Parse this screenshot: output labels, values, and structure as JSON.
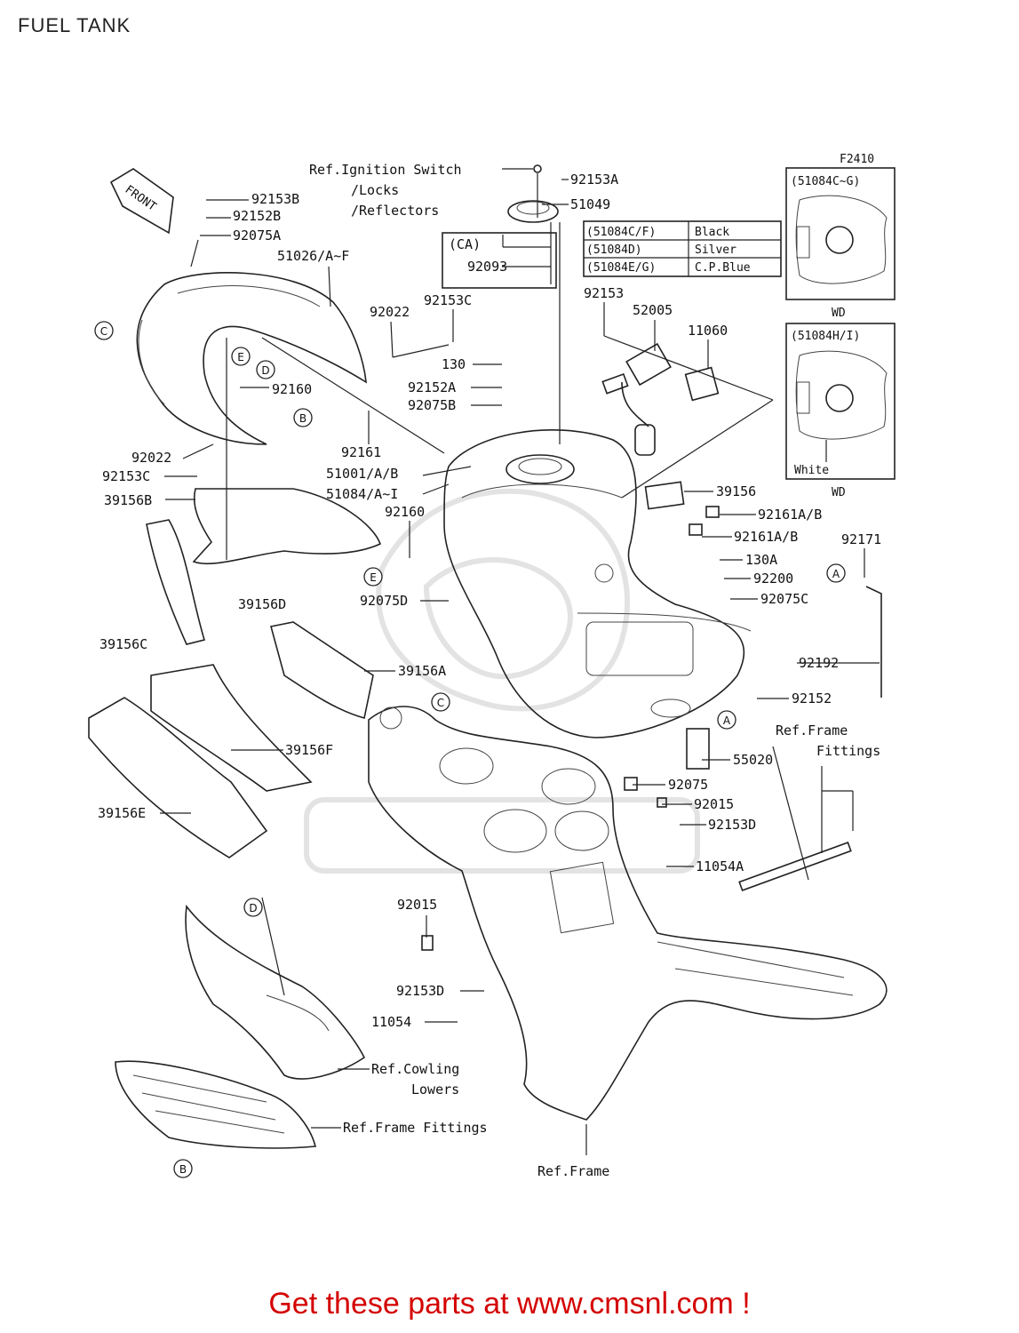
{
  "title": "FUEL TANK",
  "figure_code": "F2410",
  "front_label": "FRONT",
  "footer": "Get these parts at www.cmsnl.com !",
  "ca_label": "(CA)",
  "color_table": [
    {
      "code": "(51084C/F)",
      "color": "Black"
    },
    {
      "code": "(51084D)",
      "color": "Silver"
    },
    {
      "code": "(51084E/G)",
      "color": "C.P.Blue"
    }
  ],
  "inset1": {
    "title": "(51084C~G)",
    "caption": "WD"
  },
  "inset2": {
    "title": "(51084H/I)",
    "caption": "WD",
    "color_caption": "White"
  },
  "refs": {
    "ignition_line1": "Ref.Ignition Switch",
    "ignition_line2": "/Locks",
    "ignition_line3": "/Reflectors",
    "frame_fittings_line1": "Ref.Frame",
    "frame_fittings_line2": "Fittings",
    "cowling_line1": "Ref.Cowling",
    "cowling_line2": "Lowers",
    "frame_fittings_bottom": "Ref.Frame Fittings",
    "frame": "Ref.Frame"
  },
  "circle_markers": [
    "C",
    "E",
    "D",
    "B",
    "E",
    "A",
    "A",
    "C",
    "D",
    "B"
  ],
  "labels": {
    "p92153A": "92153A",
    "p51049": "51049",
    "p92093": "92093",
    "p92153": "92153",
    "p52005": "52005",
    "p11060": "11060",
    "p92153B": "92153B",
    "p92152B": "92152B",
    "p92075A": "92075A",
    "p51026": "51026/A~F",
    "p92022a": "92022",
    "p92153C_top": "92153C",
    "p130": "130",
    "p92152A": "92152A",
    "p92075B": "92075B",
    "p92160a": "92160",
    "p92161": "92161",
    "p51001": "51001/A/B",
    "p51084": "51084/A~I",
    "p92160b": "92160",
    "p92022b": "92022",
    "p92153C_left": "92153C",
    "p39156B": "39156B",
    "p39156": "39156",
    "p92161A1": "92161A/B",
    "p92161A2": "92161A/B",
    "p92171": "92171",
    "p130A": "130A",
    "p92200": "92200",
    "p92075C": "92075C",
    "p92075D": "92075D",
    "p39156D": "39156D",
    "p39156C": "39156C",
    "p39156A": "39156A",
    "p92192": "92192",
    "p92152": "92152",
    "p39156F": "39156F",
    "p55020": "55020",
    "p92075": "92075",
    "p39156E": "39156E",
    "p92015a": "92015",
    "p92153D_a": "92153D",
    "p11054A": "11054A",
    "p92015b": "92015",
    "p92153D_b": "92153D",
    "p11054": "11054"
  },
  "colors": {
    "footer": "#d40000",
    "line": "#222222",
    "watermark": "#e3e3e3"
  }
}
